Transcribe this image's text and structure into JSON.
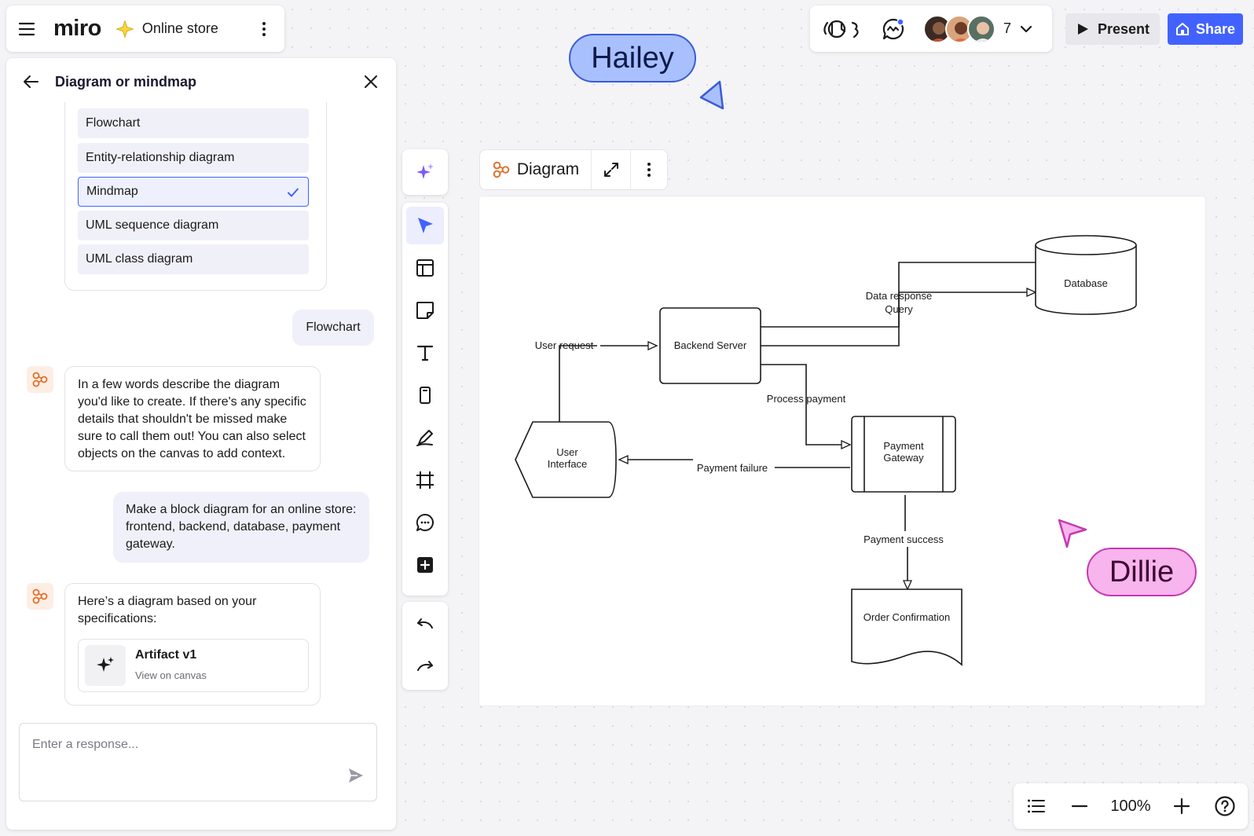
{
  "app": {
    "logo": "miro",
    "board_name": "Online store"
  },
  "panel": {
    "title": "Diagram or mindmap",
    "options": [
      {
        "label": "Flowchart",
        "selected": false
      },
      {
        "label": "Entity-relationship diagram",
        "selected": false
      },
      {
        "label": "Mindmap",
        "selected": true
      },
      {
        "label": "UML sequence diagram",
        "selected": false
      },
      {
        "label": "UML class diagram",
        "selected": false
      }
    ],
    "messages": {
      "user_choice": "Flowchart",
      "ai_prompt": "In a few words describe the diagram you'd like to create. If there's any specific details that shouldn't be missed make sure to call them out! You can also select objects on the canvas to add context.",
      "user_request": "Make a block diagram for an online store: frontend, backend, database, payment gateway.",
      "ai_reply": "Here’s a diagram based on your specifications:",
      "artifact_name": "Artifact v1",
      "artifact_sub": "View on canvas"
    },
    "response_placeholder": "Enter a response..."
  },
  "topbar": {
    "collaborator_count": "7",
    "present_label": "Present",
    "share_label": "Share",
    "accent": "#4262ff"
  },
  "diagram_toolbar": {
    "label": "Diagram"
  },
  "diagram": {
    "nodes": {
      "database": "Database",
      "backend": "Backend Server",
      "ui_line1": "User",
      "ui_line2": "Interface",
      "gateway_line1": "Payment",
      "gateway_line2": "Gateway",
      "order": "Order Confirmation"
    },
    "edges": {
      "user_request": "User request",
      "data_response": "Data response",
      "query": "Query",
      "process_payment": "Process payment",
      "payment_failure": "Payment failure",
      "payment_success": "Payment success"
    }
  },
  "cursors": {
    "hailey": "Hailey",
    "dillie": "Dillie"
  },
  "zoom": {
    "level": "100%"
  }
}
